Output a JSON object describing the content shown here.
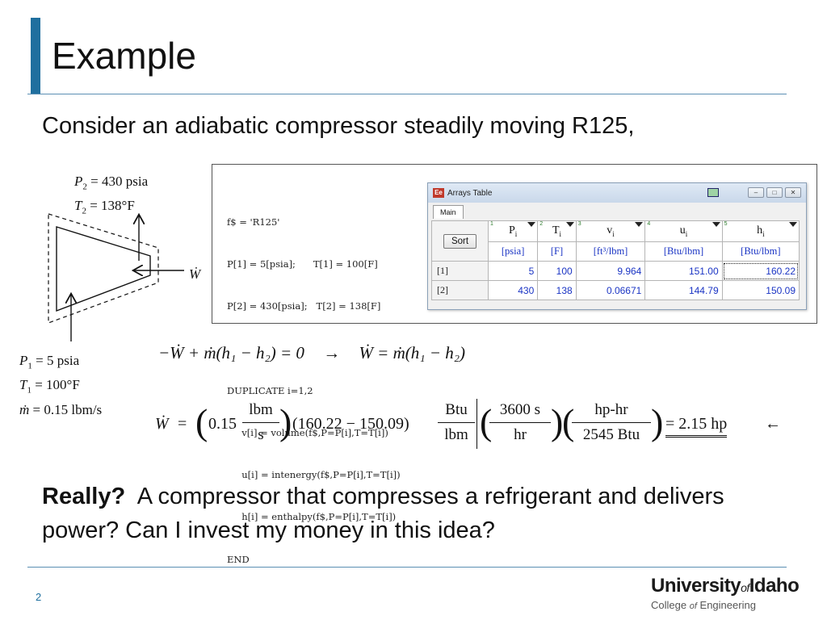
{
  "slide": {
    "title": "Example",
    "intro": "Consider an adiabatic compressor steadily moving R125,",
    "page_number": "2",
    "question_bold": "Really?",
    "question_text": "A compressor that compresses a refrigerant and delivers power?  Can I invest my money in this idea?",
    "accent_color": "#1f6f9f"
  },
  "diagram": {
    "outlet": {
      "p_sym": "P",
      "p_sub": "2",
      "p_val": "= 430 psia",
      "t_sym": "T",
      "t_sub": "2",
      "t_val": "= 138°F"
    },
    "inlet": {
      "p_sym": "P",
      "p_sub": "1",
      "p_val": "= 5 psia",
      "t_sym": "T",
      "t_sub": "1",
      "t_val": "= 100°F",
      "m_sym": "ṁ",
      "m_val": "= 0.15 lbm/s"
    },
    "work_label": "Ẇ"
  },
  "ees": {
    "code_lines": [
      "f$ = 'R125'",
      "P[1] = 5[psia];      T[1] = 100[F]",
      "P[2] = 430[psia];   T[2] = 138[F]",
      "",
      "DUPLICATE i=1,2",
      "     v[i] = volume(f$,P=P[i],T=T[i])",
      "     u[i] = intenergy(f$,P=P[i],T=T[i])",
      "     h[i] = enthalpy(f$,P=P[i],T=T[i])",
      "END"
    ],
    "window_title": "Arrays Table",
    "window_icon": "Ee",
    "tab": "Main",
    "sort_label": "Sort",
    "columns": [
      {
        "num": "1",
        "sym": "P",
        "sub": "i",
        "unit": "[psia]"
      },
      {
        "num": "2",
        "sym": "T",
        "sub": "i",
        "unit": "[F]"
      },
      {
        "num": "3",
        "sym": "v",
        "sub": "i",
        "unit": "[ft³/lbm]"
      },
      {
        "num": "4",
        "sym": "u",
        "sub": "i",
        "unit": "[Btu/lbm]"
      },
      {
        "num": "5",
        "sym": "h",
        "sub": "i",
        "unit": "[Btu/lbm]"
      }
    ],
    "rows": [
      {
        "label": "[1]",
        "values": [
          "5",
          "100",
          "9.964",
          "151.00",
          "160.22"
        ]
      },
      {
        "label": "[2]",
        "values": [
          "430",
          "138",
          "0.06671",
          "144.79",
          "150.09"
        ]
      }
    ]
  },
  "equations": {
    "eq1_left": "−Ẇ + ṁ(h₁ − h₂) = 0",
    "eq1_arrow": "→",
    "eq1_right": "Ẇ = ṁ(h₁ − h₂)",
    "eq2": {
      "lhs": "Ẇ",
      "eq": "=",
      "mass_value": "0.15",
      "mass_num": "lbm",
      "mass_den": "s",
      "delta_h": "(160.22 − 150.09)",
      "btu_num": "Btu",
      "btu_den": "lbm",
      "time_num": "3600 s",
      "time_den": "hr",
      "hp_num": "hp-hr",
      "hp_den": "2545 Btu",
      "result": "= 2.15 hp",
      "arrow": "←"
    }
  },
  "footer": {
    "logo_university": "University",
    "logo_of": "of",
    "logo_idaho": "Idaho",
    "logo_college": "College",
    "logo_college_of": "of",
    "logo_engineering": "Engineering"
  }
}
